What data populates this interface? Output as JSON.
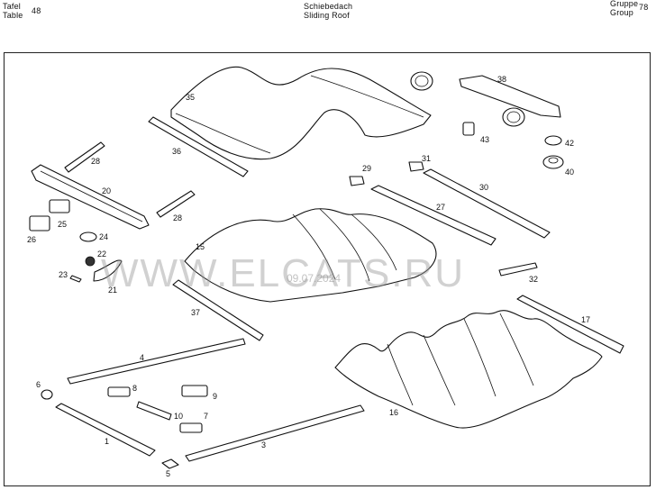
{
  "header": {
    "left_label_de": "Tafel",
    "left_label_en": "Table",
    "table_number": "48",
    "title_de": "Schiebedach",
    "title_en": "Sliding Roof",
    "right_label_de": "Gruppe",
    "right_label_en": "Group",
    "group_number": "78"
  },
  "watermark": {
    "text": "WWW.ELCATS.RU",
    "date": "09.07.2024"
  },
  "callouts": [
    {
      "id": "c1",
      "label": "1"
    },
    {
      "id": "c3",
      "label": "3"
    },
    {
      "id": "c4",
      "label": "4"
    },
    {
      "id": "c5",
      "label": "5"
    },
    {
      "id": "c6",
      "label": "6"
    },
    {
      "id": "c7",
      "label": "7"
    },
    {
      "id": "c8",
      "label": "8"
    },
    {
      "id": "c9",
      "label": "9"
    },
    {
      "id": "c10",
      "label": "10"
    },
    {
      "id": "c15",
      "label": "15"
    },
    {
      "id": "c16",
      "label": "16"
    },
    {
      "id": "c17",
      "label": "17"
    },
    {
      "id": "c20",
      "label": "20"
    },
    {
      "id": "c21",
      "label": "21"
    },
    {
      "id": "c22",
      "label": "22"
    },
    {
      "id": "c23",
      "label": "23"
    },
    {
      "id": "c24",
      "label": "24"
    },
    {
      "id": "c25",
      "label": "25"
    },
    {
      "id": "c26",
      "label": "26"
    },
    {
      "id": "c27",
      "label": "27"
    },
    {
      "id": "c28a",
      "label": "28"
    },
    {
      "id": "c28b",
      "label": "28"
    },
    {
      "id": "c29",
      "label": "29"
    },
    {
      "id": "c30",
      "label": "30"
    },
    {
      "id": "c31",
      "label": "31"
    },
    {
      "id": "c32",
      "label": "32"
    },
    {
      "id": "c35",
      "label": "35"
    },
    {
      "id": "c36",
      "label": "36"
    },
    {
      "id": "c37",
      "label": "37"
    },
    {
      "id": "c38",
      "label": "38"
    },
    {
      "id": "c40",
      "label": "40"
    },
    {
      "id": "c42",
      "label": "42"
    },
    {
      "id": "c43",
      "label": "43"
    }
  ]
}
